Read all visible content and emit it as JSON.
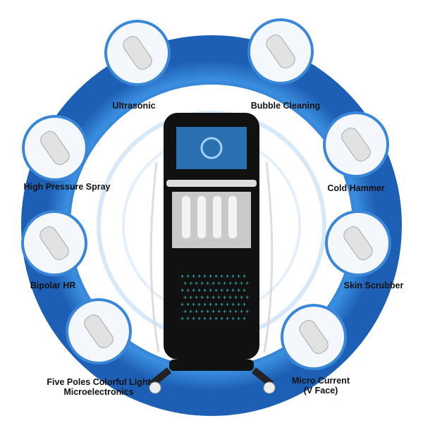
{
  "colors": {
    "ring": "#2f7fd6",
    "ring_dark": "#1c5fb4",
    "bubble_border": "#3a86d8",
    "screen": "#2a6fb0",
    "glow": "#33d6d0"
  },
  "features": [
    {
      "id": "ultrasonic",
      "label": "Ultrasonic"
    },
    {
      "id": "bubble-cleaning",
      "label": "Bubble Cleaning"
    },
    {
      "id": "high-pressure-spray",
      "label": "High Pressure Spray"
    },
    {
      "id": "cold-hammer",
      "label": "Cold Hammer"
    },
    {
      "id": "bipolar-hr",
      "label": "Bipolar HR"
    },
    {
      "id": "skin-scrubber",
      "label": "Skin Scrubber"
    },
    {
      "id": "five-poles",
      "label": "Five Poles Colorful Light",
      "label2": "Microelectronics"
    },
    {
      "id": "micro-current",
      "label": "Micro Current",
      "label2": "(V Face)"
    }
  ]
}
